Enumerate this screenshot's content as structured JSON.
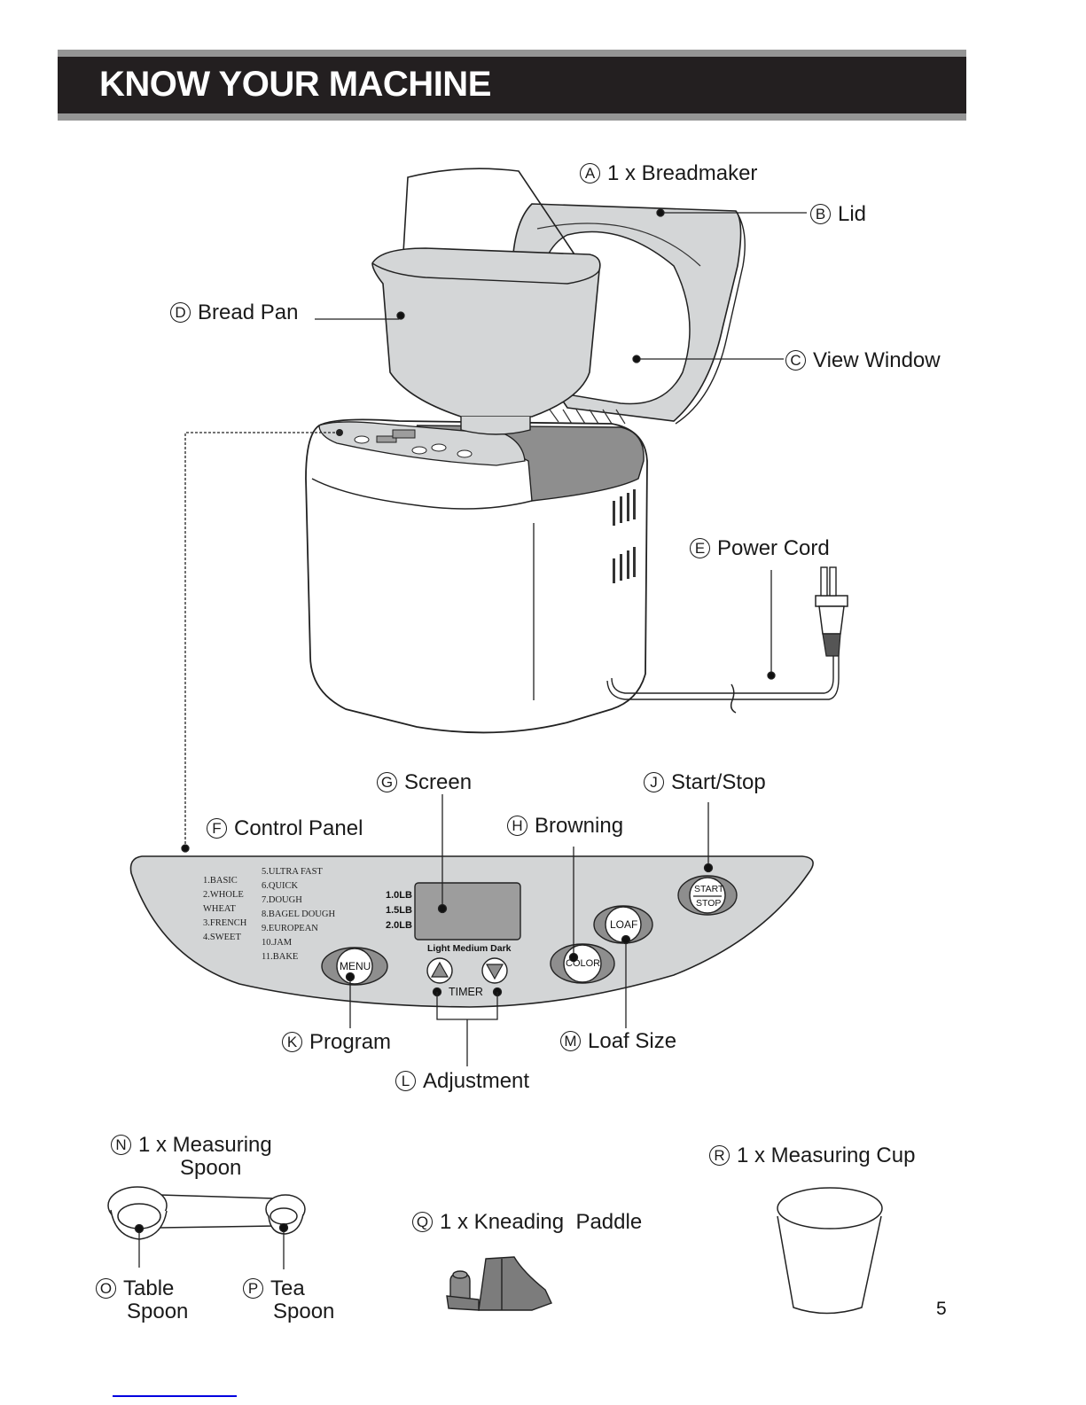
{
  "header": {
    "title": "KNOW YOUR MACHINE"
  },
  "parts": {
    "A": {
      "letter": "A",
      "label": "1 x Breadmaker"
    },
    "B": {
      "letter": "B",
      "label": "Lid"
    },
    "C": {
      "letter": "C",
      "label": "View Window"
    },
    "D": {
      "letter": "D",
      "label": "Bread Pan"
    },
    "E": {
      "letter": "E",
      "label": "Power Cord"
    },
    "F": {
      "letter": "F",
      "label": "Control Panel"
    },
    "G": {
      "letter": "G",
      "label": "Screen"
    },
    "H": {
      "letter": "H",
      "label": "Browning"
    },
    "J": {
      "letter": "J",
      "label": "Start/Stop"
    },
    "K": {
      "letter": "K",
      "label": "Program"
    },
    "L": {
      "letter": "L",
      "label": "Adjustment"
    },
    "M": {
      "letter": "M",
      "label": "Loaf Size"
    },
    "N": {
      "letter": "N",
      "label_line1": "1 x Measuring",
      "label_line2": "Spoon"
    },
    "O": {
      "letter": "O",
      "label_line1": "Table",
      "label_line2": "Spoon"
    },
    "P": {
      "letter": "P",
      "label_line1": "Tea",
      "label_line2": "Spoon"
    },
    "Q": {
      "letter": "Q",
      "label": "1 x Kneading  Paddle"
    },
    "R": {
      "letter": "R",
      "label": "1 x Measuring Cup"
    }
  },
  "control_panel": {
    "programs_col1": [
      "1.BASIC",
      "2.WHOLE",
      "WHEAT",
      "3.FRENCH",
      "4.SWEET"
    ],
    "programs_col2": [
      "5.ULTRA FAST",
      "6.QUICK",
      "7.DOUGH",
      "8.BAGEL DOUGH",
      "9.EUROPEAN",
      "10.JAM",
      "11.BAKE"
    ],
    "loaf_sizes": [
      "1.0LB",
      "1.5LB",
      "2.0LB"
    ],
    "browning_levels": "Light Medium Dark",
    "timer_label": "TIMER",
    "buttons": {
      "menu": "MENU",
      "color": "COLOR",
      "loaf": "LOAF",
      "start": "START",
      "stop": "STOP"
    },
    "up_arrow_icon": "triangle-up",
    "down_arrow_icon": "triangle-down"
  },
  "colors": {
    "header_black": "#231f20",
    "header_gray": "#959595",
    "panel_gray": "#d3d5d6",
    "button_ring": "#8e8e8e",
    "screen_gray": "#9d9d9d",
    "link_blue": "#0000e0"
  },
  "page_number": "5"
}
